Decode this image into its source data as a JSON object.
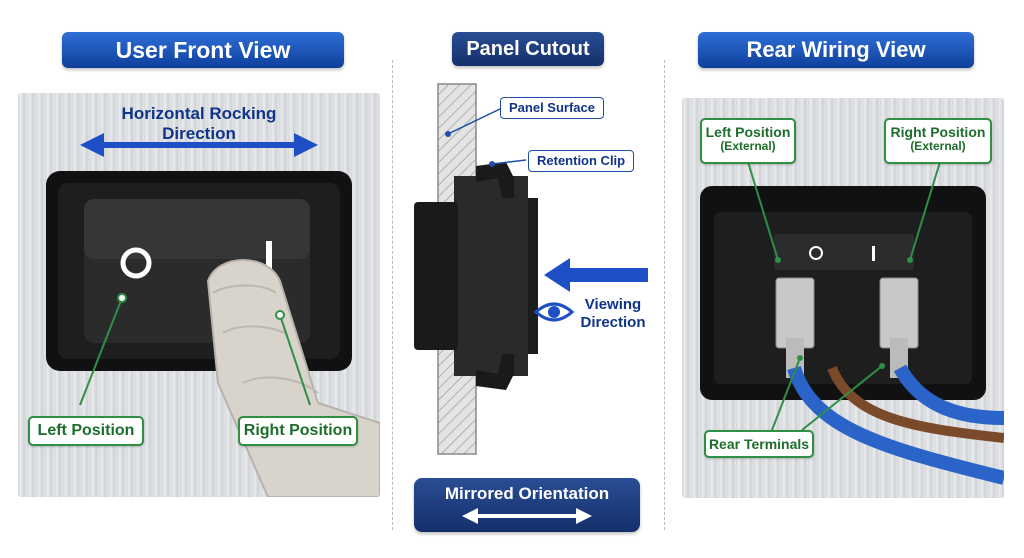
{
  "titles": {
    "front": "User Front View",
    "cutout": "Panel Cutout",
    "rear": "Rear Wiring View"
  },
  "front_view": {
    "rocking_direction": "Horizontal Rocking Direction",
    "left_position": "Left Position",
    "right_position": "Right Position",
    "symbol_off": "O",
    "symbol_on": "I"
  },
  "cutout_view": {
    "panel_surface": "Panel Surface",
    "retention_clip": "Retention Clip",
    "viewing_direction_line1": "Viewing",
    "viewing_direction_line2": "Direction",
    "mirrored_orientation": "Mirrored Orientation"
  },
  "rear_view": {
    "left_position_line1": "Left Position",
    "left_position_line2": "(External)",
    "right_position_line1": "Right Position",
    "right_position_line2": "(External)",
    "rear_terminals": "Rear Terminals",
    "symbol_off": "O",
    "symbol_on": "I"
  },
  "colors": {
    "title_blue": "#1a52b8",
    "label_green": "#2f8f45",
    "arrow_blue": "#1f4fc4",
    "wire_blue": "#2a64c9",
    "wire_brown": "#7a4a2a"
  }
}
